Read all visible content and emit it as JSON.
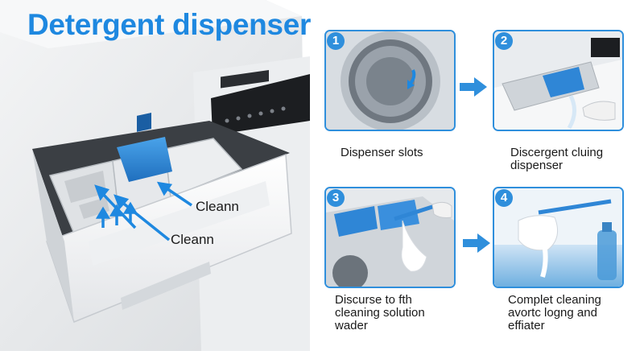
{
  "title": "Detergent dispenser",
  "callouts": [
    "Cleann",
    "Cleann"
  ],
  "steps": [
    {
      "number": "1",
      "caption": "Dispenser slots"
    },
    {
      "number": "2",
      "caption": "Discergent cluing\ndispenser"
    },
    {
      "number": "3",
      "caption": "Discurse to fth\ncleaning solution\nwader"
    },
    {
      "number": "4",
      "caption": "Complet cleaning\navortc logng and\neffiater"
    }
  ],
  "colors": {
    "accent": "#1e88e0",
    "panel_border": "#2f8fdc",
    "drawer_blue": "#2f86d6"
  }
}
